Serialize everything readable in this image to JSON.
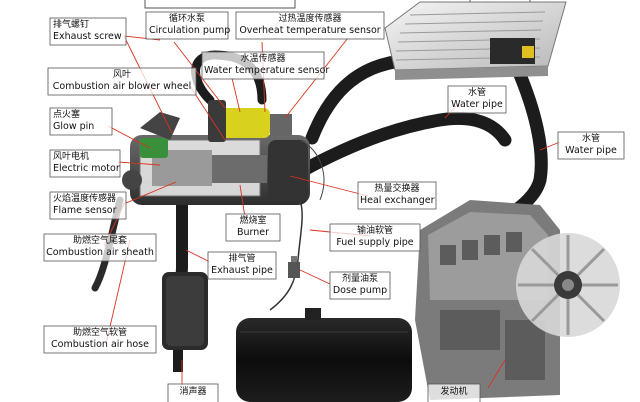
{
  "labels": {
    "exhaust_screw": {
      "cn": "排气螺钉",
      "en": "Exhaust screw"
    },
    "circulation_pump": {
      "cn": "循环水泵",
      "en": "Circulation pump"
    },
    "overheat_sensor": {
      "cn": "过热温度传感器",
      "en": "Overheat temperature sensor"
    },
    "blower_wheel": {
      "cn": "风叶",
      "en": "Combustion air blower wheel"
    },
    "water_temp_sensor": {
      "cn": "水温传感器",
      "en": "Water temperature sensor"
    },
    "glow_pin": {
      "cn": "点火塞",
      "en": "Glow pin"
    },
    "electric_motor": {
      "cn": "风叶电机",
      "en": "Electric motor"
    },
    "flame_sensor": {
      "cn": "火焰温度传感器",
      "en": "Flame sensor"
    },
    "air_sheath": {
      "cn": "助燃空气尾套",
      "en": "Combustion air sheath"
    },
    "air_hose": {
      "cn": "助燃空气软管",
      "en": "Combustion air hose"
    },
    "water_pipe_1": {
      "cn": "水管",
      "en": "Water pipe"
    },
    "water_pipe_2": {
      "cn": "水管",
      "en": "Water pipe"
    },
    "heat_exchanger": {
      "cn": "热量交换器",
      "en": "Heal exchanger"
    },
    "burner": {
      "cn": "燃烧室",
      "en": "Burner"
    },
    "fuel_supply_pipe": {
      "cn": "输油软管",
      "en": "Fuel supply pipe"
    },
    "exhaust_pipe": {
      "cn": "排气管",
      "en": "Exhaust pipe"
    },
    "dose_pump": {
      "cn": "剂量油泵",
      "en": "Dose pump"
    },
    "muffler": {
      "cn": "消声器",
      "en": ""
    },
    "engine": {
      "cn": "发动机",
      "en": ""
    }
  },
  "colors": {
    "pipe": "#1c1c1c",
    "heater_body": "#4a4a4a",
    "pump_yellow": "#d8d21e",
    "leader_line": "#d9331f",
    "label_border": "#555555"
  }
}
